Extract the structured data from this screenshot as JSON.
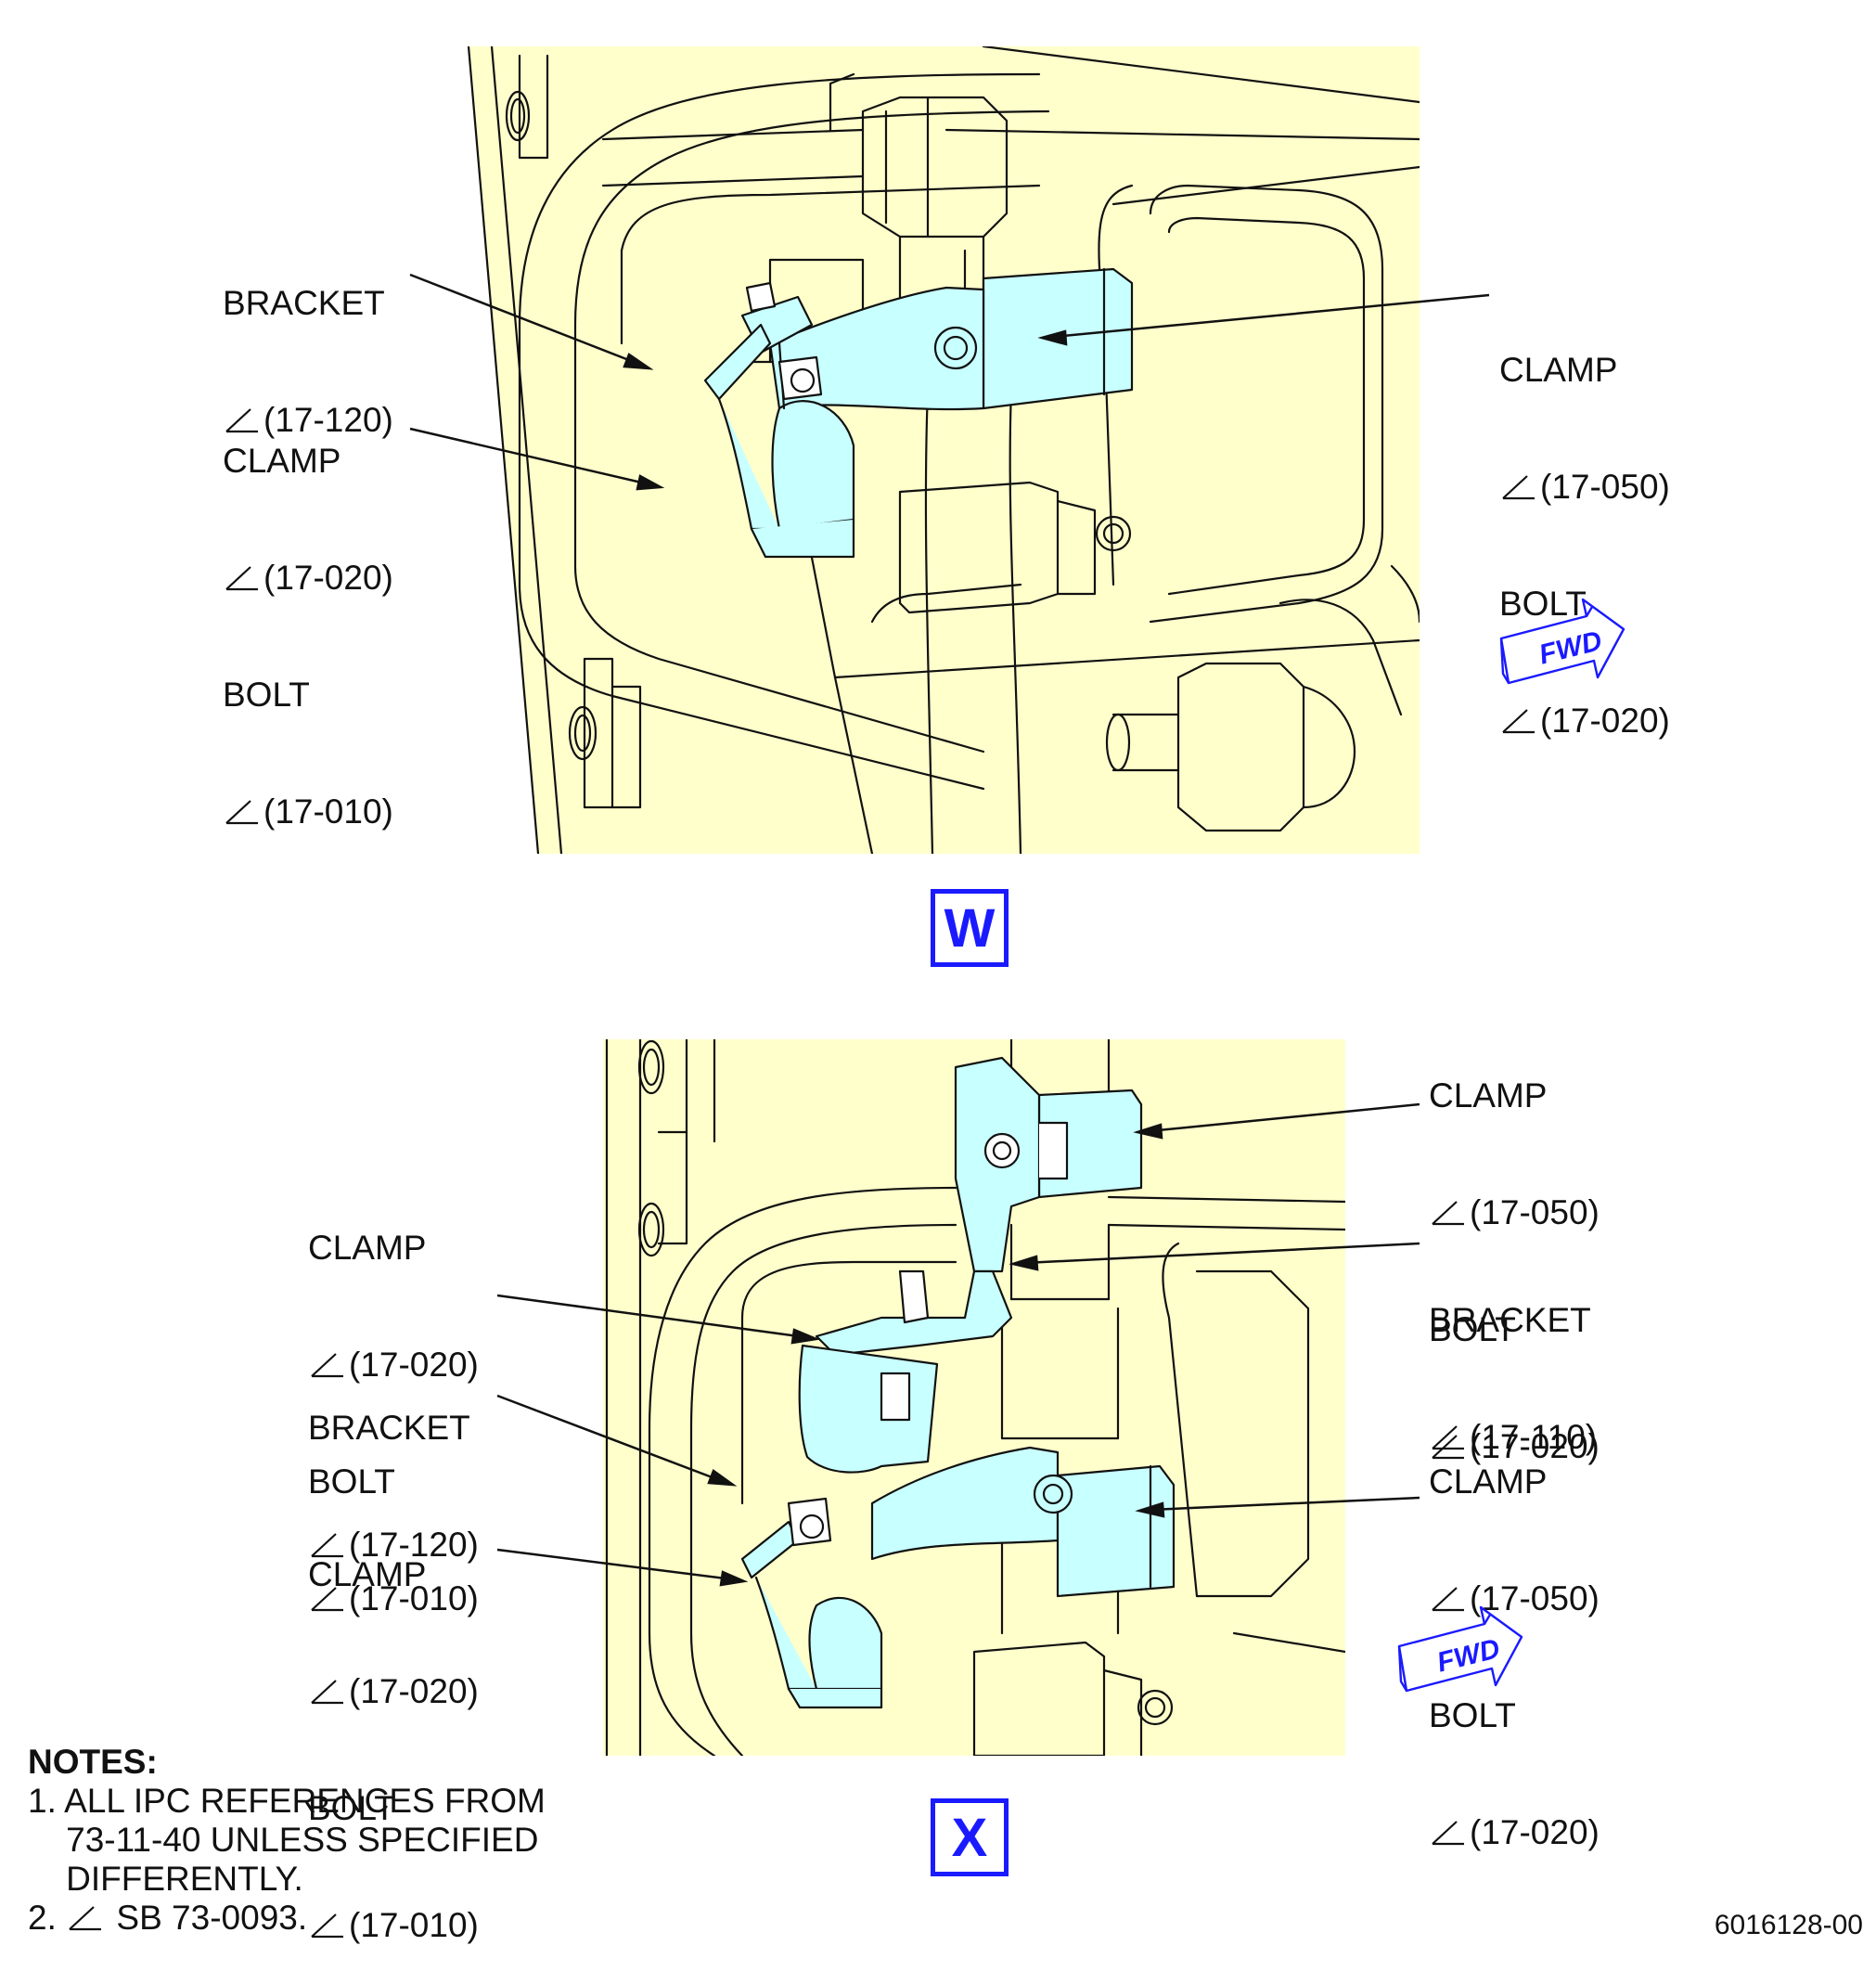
{
  "view_w": {
    "tag": "W",
    "callouts": [
      {
        "line1": "BRACKET",
        "ref1": "(17-120)"
      },
      {
        "line1": "CLAMP",
        "ref1": "(17-020)",
        "line2": "BOLT",
        "ref2": "(17-010)"
      },
      {
        "line1": "CLAMP",
        "ref1": "(17-050)",
        "line2": "BOLT",
        "ref2": "(17-020)"
      }
    ],
    "fwd_label": "FWD"
  },
  "view_x": {
    "tag": "X",
    "callouts": [
      {
        "line1": "CLAMP",
        "ref1": "(17-050)",
        "line2": "BOLT",
        "ref2": "(17-020)"
      },
      {
        "line1": "CLAMP",
        "ref1": "(17-020)",
        "line2": "BOLT",
        "ref2": "(17-010)"
      },
      {
        "line1": "BRACKET",
        "ref1": "(17-110)"
      },
      {
        "line1": "BRACKET",
        "ref1": "(17-120)"
      },
      {
        "line1": "CLAMP",
        "ref1": "(17-050)",
        "line2": "BOLT",
        "ref2": "(17-020)"
      },
      {
        "line1": "CLAMP",
        "ref1": "(17-020)",
        "line2": "BOLT",
        "ref2": "(17-010)"
      }
    ],
    "fwd_label": "FWD"
  },
  "notes": {
    "heading": "NOTES:",
    "note1_line1": "1. ALL IPC REFERENCES FROM",
    "note1_line2": "    73-11-40 UNLESS SPECIFIED",
    "note1_line3": "    DIFFERENTLY.",
    "note2_prefix": "2. ",
    "note2_text": " SB 73-0093."
  },
  "drawing_number": "6016128-00",
  "colors": {
    "background_panel": "#ffffcc",
    "highlight_part": "#c8ffff",
    "view_tag": "#1a1aff",
    "fwd_arrow": "#1a1aff",
    "linework": "#111111"
  }
}
